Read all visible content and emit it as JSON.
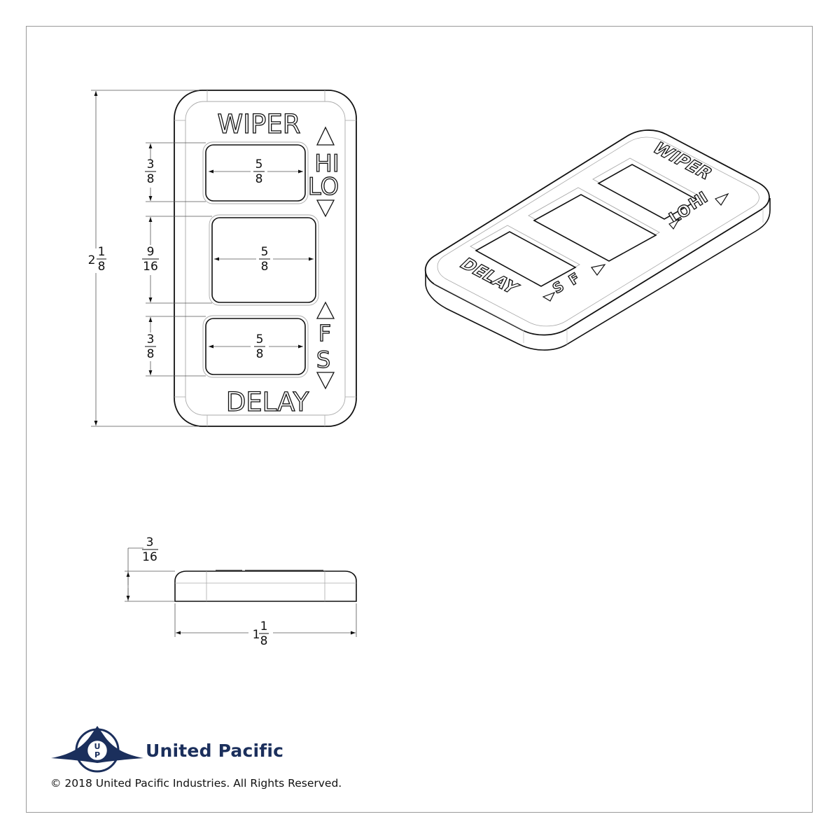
{
  "drawing": {
    "front_view": {
      "top_label": "WIPER",
      "bottom_label": "DELAY",
      "upper_indicators": [
        "HI",
        "LO"
      ],
      "lower_indicators": [
        "F",
        "S"
      ],
      "dimensions": {
        "overall_height": {
          "whole": "2",
          "num": "1",
          "den": "8"
        },
        "top_cutout_height": {
          "num": "3",
          "den": "8"
        },
        "middle_cutout_height": {
          "num": "9",
          "den": "16"
        },
        "bottom_cutout_height": {
          "num": "3",
          "den": "8"
        },
        "top_cutout_width": {
          "num": "5",
          "den": "8"
        },
        "middle_cutout_width": {
          "num": "5",
          "den": "8"
        },
        "bottom_cutout_width": {
          "num": "5",
          "den": "8"
        }
      }
    },
    "side_view": {
      "dimensions": {
        "thickness": {
          "num": "3",
          "den": "16"
        },
        "width": {
          "whole": "1",
          "num": "1",
          "den": "8"
        }
      }
    },
    "isometric_view": {
      "top_label": "WIPER",
      "bottom_label": "DELAY",
      "upper_indicators": [
        "HI",
        "LO"
      ],
      "lower_indicators": [
        "F",
        "S"
      ]
    }
  },
  "footer": {
    "brand_name": "United Pacific",
    "logo_letters": "UP",
    "copyright": "© 2018 United Pacific Industries. All Rights Reserved.",
    "brand_color": "#1b2f5c"
  }
}
